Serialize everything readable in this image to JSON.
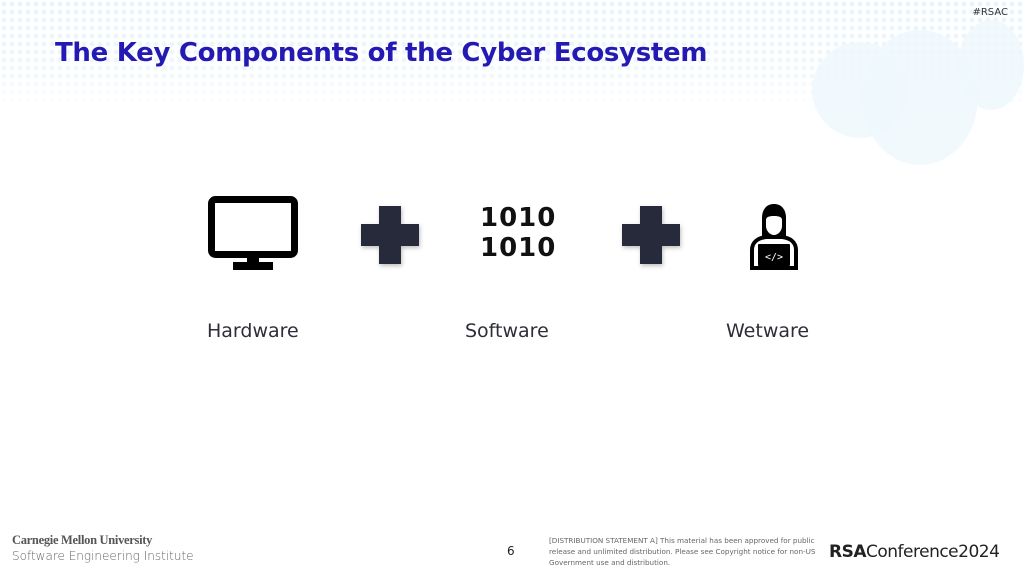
{
  "slide": {
    "hashtag": "#RSAC",
    "title": "The Key Components of the Cyber Ecosystem",
    "title_color": "#2419b2",
    "components": [
      {
        "label": "Hardware",
        "icon": "monitor-icon"
      },
      {
        "label": "Software",
        "icon": "binary-code-icon",
        "icon_text": [
          "1010",
          "1010"
        ]
      },
      {
        "label": "Wetware",
        "icon": "person-coding-laptop-icon"
      }
    ],
    "operators": [
      "plus-icon",
      "plus-icon"
    ],
    "operator_color": "#262a3a"
  },
  "footer": {
    "university": "Carnegie Mellon University",
    "institute": "Software Engineering Institute",
    "page_number": "6",
    "distribution_statement": "[DISTRIBUTION STATEMENT A] This material has been approved for public release and unlimited distribution.  Please see Copyright notice for non-US Government use and distribution.",
    "conference_logo": {
      "rsa": "RSA",
      "conference": "Conference",
      "year": "2024"
    }
  }
}
